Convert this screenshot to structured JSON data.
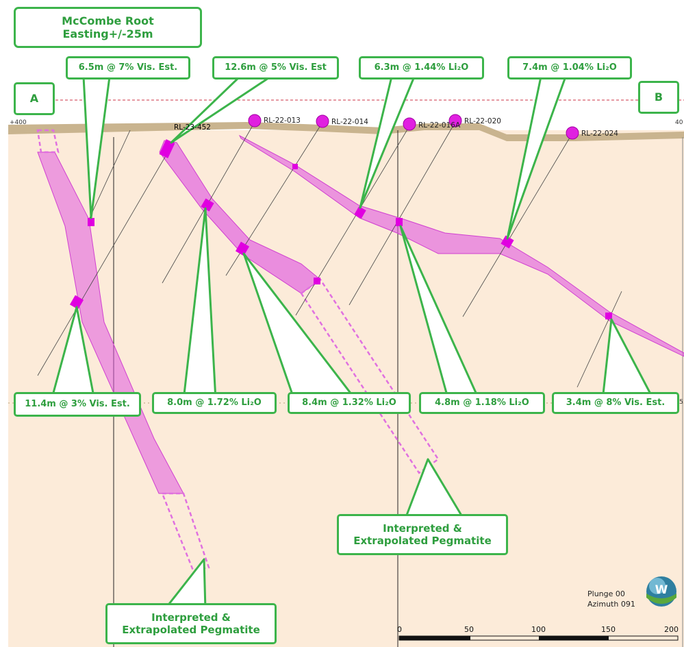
{
  "title": {
    "line1": "McCombe Root",
    "line2": "Easting+/-25m"
  },
  "section": {
    "start": "A",
    "end": "B"
  },
  "elevation_labels": {
    "top_left": "+400",
    "top_right": "40",
    "mid_right": "5"
  },
  "drillholes": [
    {
      "id": "RL-23-452"
    },
    {
      "id": "RL-22-013"
    },
    {
      "id": "RL-22-014"
    },
    {
      "id": "RL-22-016A"
    },
    {
      "id": "RL-22-020"
    },
    {
      "id": "RL-22-024"
    }
  ],
  "intercepts": [
    {
      "text": "6.5m @ 7% Vis. Est."
    },
    {
      "text": "12.6m @ 5% Vis. Est"
    },
    {
      "text": "6.3m @ 1.44% Li₂O"
    },
    {
      "text": "7.4m @ 1.04% Li₂O"
    },
    {
      "text": "11.4m @ 3% Vis. Est."
    },
    {
      "text": "8.0m @ 1.72% Li₂O"
    },
    {
      "text": "8.4m @ 1.32% Li₂O"
    },
    {
      "text": "4.8m @ 1.18% Li₂O"
    },
    {
      "text": "3.4m @ 8% Vis. Est."
    }
  ],
  "interpretations": [
    {
      "line1": "Interpreted &",
      "line2": "Extrapolated Pegmatite"
    },
    {
      "line1": "Interpreted &",
      "line2": "Extrapolated Pegmatite"
    }
  ],
  "orientation": {
    "plunge": "Plunge 00",
    "azimuth": "Azimuth 091",
    "compass_letter": "W"
  },
  "scale_bar": {
    "ticks": [
      "0",
      "50",
      "100",
      "150",
      "200"
    ]
  },
  "colors": {
    "ground": "#fcebd9",
    "surface": "#c9b48f",
    "pegmatite": "#e05ae0",
    "intercept": "#e000e0",
    "label_border": "#3cb44b",
    "label_text": "#2e9e3e",
    "reference_line": "#cc3344"
  }
}
